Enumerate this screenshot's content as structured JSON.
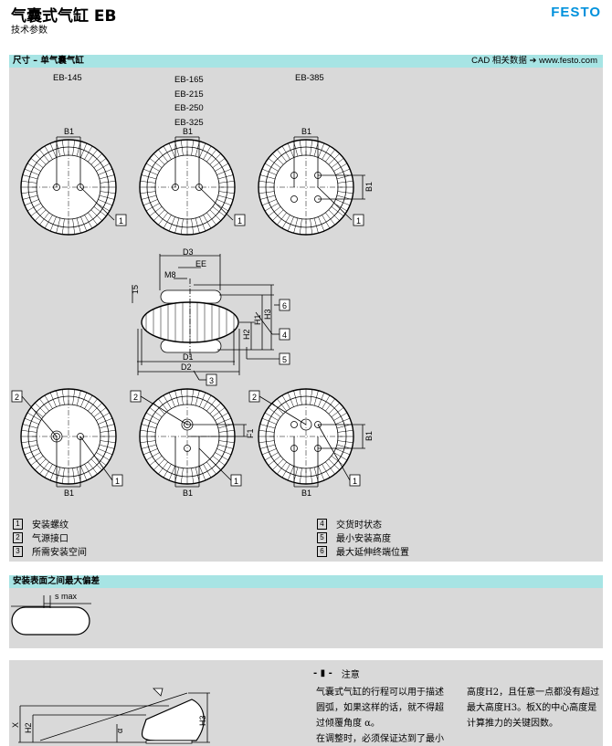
{
  "header": {
    "title": "气囊式气缸 EB",
    "subtitle": "技术参数",
    "logo": "FESTO"
  },
  "section1": {
    "title": "尺寸 – 单气囊气缸",
    "cad_link": "CAD 相关数据 ➔ www.festo.com",
    "models": {
      "col1": [
        "EB-145"
      ],
      "col2": [
        "EB-165",
        "EB-215",
        "EB-250",
        "EB-325"
      ],
      "col3": [
        "EB-385"
      ]
    },
    "dims": {
      "b1": "B1",
      "d1": "D1",
      "d2": "D2",
      "d3": "D3",
      "ee": "EE",
      "m8": "M8",
      "h1": "H1",
      "h2": "H2",
      "h3": "H3",
      "f1": "F1",
      "fifteen": "15"
    },
    "callouts": [
      "1",
      "2",
      "3",
      "4",
      "5",
      "6"
    ],
    "legend": [
      {
        "num": "1",
        "text": "安装螺纹"
      },
      {
        "num": "2",
        "text": "气源接口"
      },
      {
        "num": "3",
        "text": "所需安装空间"
      },
      {
        "num": "4",
        "text": "交货时状态"
      },
      {
        "num": "5",
        "text": "最小安装高度"
      },
      {
        "num": "6",
        "text": "最大延伸终端位置"
      }
    ]
  },
  "section2": {
    "title": "安装表面之间最大偏差",
    "smax": "s max"
  },
  "section3": {
    "dims": {
      "x": "X",
      "h2": "H2",
      "h3": "H3",
      "alpha": "α"
    },
    "note_title": "注意",
    "note_col1": [
      "气囊式气缸的行程可以用于描述",
      "圆弧，如果这样的话，就不得超",
      "过倾覆角度 α。",
      "在调整时，必须保证达到了最小"
    ],
    "note_col2": [
      "高度H2，且任意一点都没有超过",
      "最大高度H3。板X的中心高度是",
      "计算推力的关键因数。"
    ]
  },
  "colors": {
    "bar": "#a7e4e4",
    "gray": "#d9d9d9",
    "logo": "#0091dc"
  }
}
